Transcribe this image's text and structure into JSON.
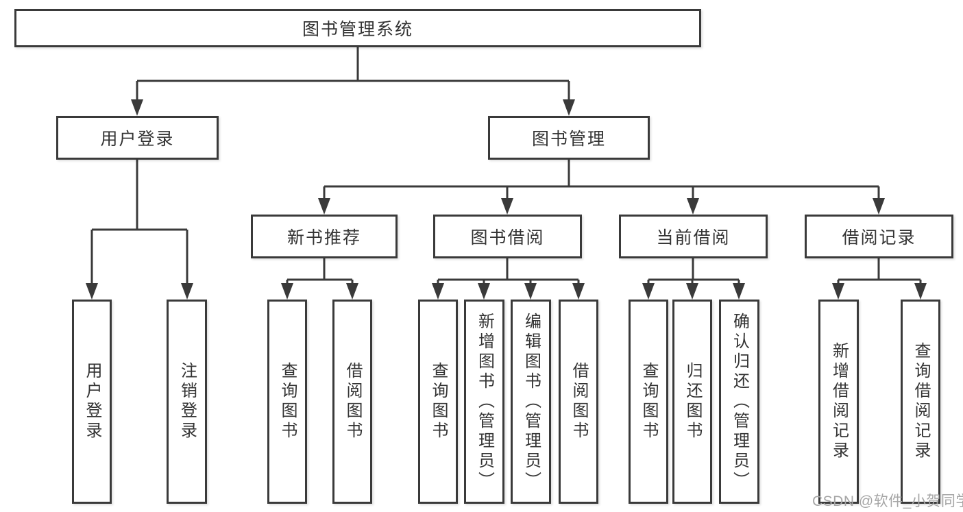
{
  "diagram": {
    "type": "hierarchy-flowchart",
    "root": {
      "label": "图书管理系统"
    },
    "level2": {
      "user_login": {
        "label": "用户登录",
        "parent": "图书管理系统"
      },
      "book_management": {
        "label": "图书管理",
        "parent": "图书管理系统"
      }
    },
    "level3": {
      "new_book_recommend": {
        "label": "新书推荐",
        "parent": "图书管理"
      },
      "book_borrowing": {
        "label": "图书借阅",
        "parent": "图书管理"
      },
      "current_borrowing": {
        "label": "当前借阅",
        "parent": "图书管理"
      },
      "borrowing_records": {
        "label": "借阅记录",
        "parent": "图书管理"
      }
    },
    "leaves": {
      "user_login_leaf": {
        "label": "用户登录",
        "parent": "用户登录"
      },
      "logout_leaf": {
        "label": "注销登录",
        "parent": "用户登录"
      },
      "recommend_query_books": {
        "label": "查询图书",
        "parent": "新书推荐"
      },
      "recommend_borrow_books": {
        "label": "借阅图书",
        "parent": "新书推荐"
      },
      "borrowing_query_books": {
        "label": "查询图书",
        "parent": "图书借阅"
      },
      "borrowing_add_books": {
        "label": "新增图书（管理员）",
        "parent": "图书借阅"
      },
      "borrowing_edit_books": {
        "label": "编辑图书（管理员）",
        "parent": "图书借阅"
      },
      "borrowing_borrow_books": {
        "label": "借阅图书",
        "parent": "图书借阅"
      },
      "current_query_books": {
        "label": "查询图书",
        "parent": "当前借阅"
      },
      "current_return_books": {
        "label": "归还图书",
        "parent": "当前借阅"
      },
      "current_confirm_return": {
        "label": "确认归还（管理员）",
        "parent": "当前借阅"
      },
      "records_add_record": {
        "label": "新增借阅记录",
        "parent": "借阅记录"
      },
      "records_query_record": {
        "label": "查询借阅记录",
        "parent": "借阅记录"
      }
    }
  },
  "watermark": {
    "text": "CSDN @软件_小贺同学"
  },
  "colors": {
    "line": "#3a3a3a",
    "border": "#3a3a3a",
    "text": "#333333",
    "background": "#ffffff",
    "watermark": "#a6a6a6"
  }
}
